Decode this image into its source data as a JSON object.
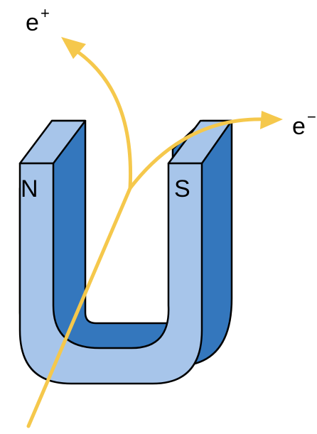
{
  "labels": {
    "positron": "e",
    "positron_sup": "+",
    "electron": "e",
    "electron_sup": "−",
    "north_pole": "N",
    "south_pole": "S"
  },
  "colors": {
    "magnet_front": "#a7c5ea",
    "magnet_side": "#3477bd",
    "outline": "#000000",
    "particle_track": "#f5c84c"
  },
  "icons": {
    "magnet": "horseshoe-magnet-icon",
    "track": "particle-track-icon"
  }
}
